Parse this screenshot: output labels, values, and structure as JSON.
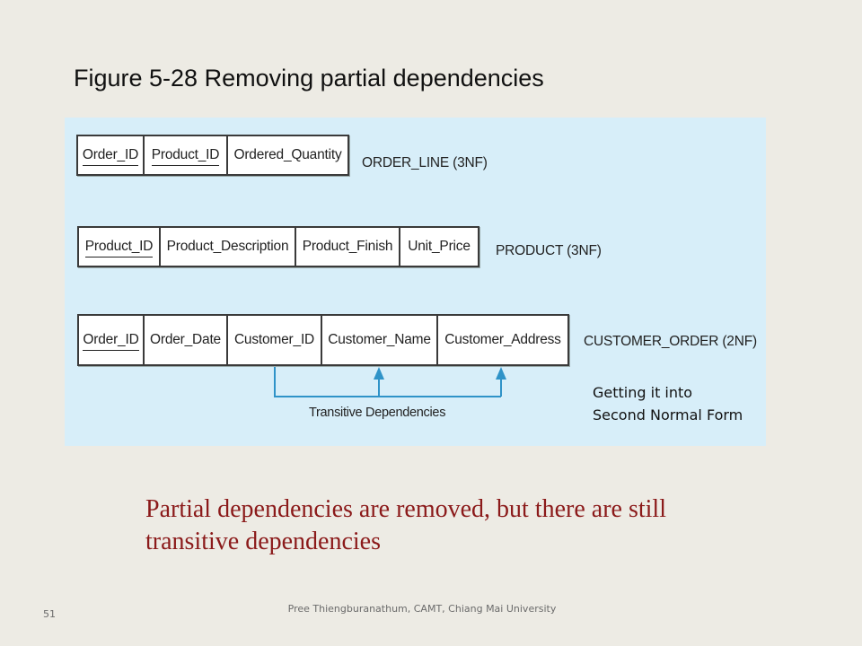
{
  "slide": {
    "title": "Figure 5-28 Removing partial dependencies",
    "note": "Getting it into Second Normal Form",
    "conclusion": "Partial dependencies are removed, but there are still transitive dependencies",
    "footer": "Pree Thiengburanathum, CAMT, Chiang Mai University",
    "page_number": "51"
  },
  "diagram": {
    "relations": [
      {
        "label": "ORDER_LINE (3NF)",
        "attributes": [
          {
            "name": "Order_ID",
            "primary_key": true
          },
          {
            "name": "Product_ID",
            "primary_key": true
          },
          {
            "name": "Ordered_Quantity",
            "primary_key": false
          }
        ]
      },
      {
        "label": "PRODUCT (3NF)",
        "attributes": [
          {
            "name": "Product_ID",
            "primary_key": true
          },
          {
            "name": "Product_Description",
            "primary_key": false
          },
          {
            "name": "Product_Finish",
            "primary_key": false
          },
          {
            "name": "Unit_Price",
            "primary_key": false
          }
        ]
      },
      {
        "label": "CUSTOMER_ORDER (2NF)",
        "attributes": [
          {
            "name": "Order_ID",
            "primary_key": true
          },
          {
            "name": "Order_Date",
            "primary_key": false
          },
          {
            "name": "Customer_ID",
            "primary_key": false
          },
          {
            "name": "Customer_Name",
            "primary_key": false
          },
          {
            "name": "Customer_Address",
            "primary_key": false
          }
        ]
      }
    ],
    "dependency_label": "Transitive Dependencies",
    "colors": {
      "panel": "#d7eef9",
      "arrow": "#2f93c8",
      "conclusion_text": "#8b1a1a"
    }
  }
}
